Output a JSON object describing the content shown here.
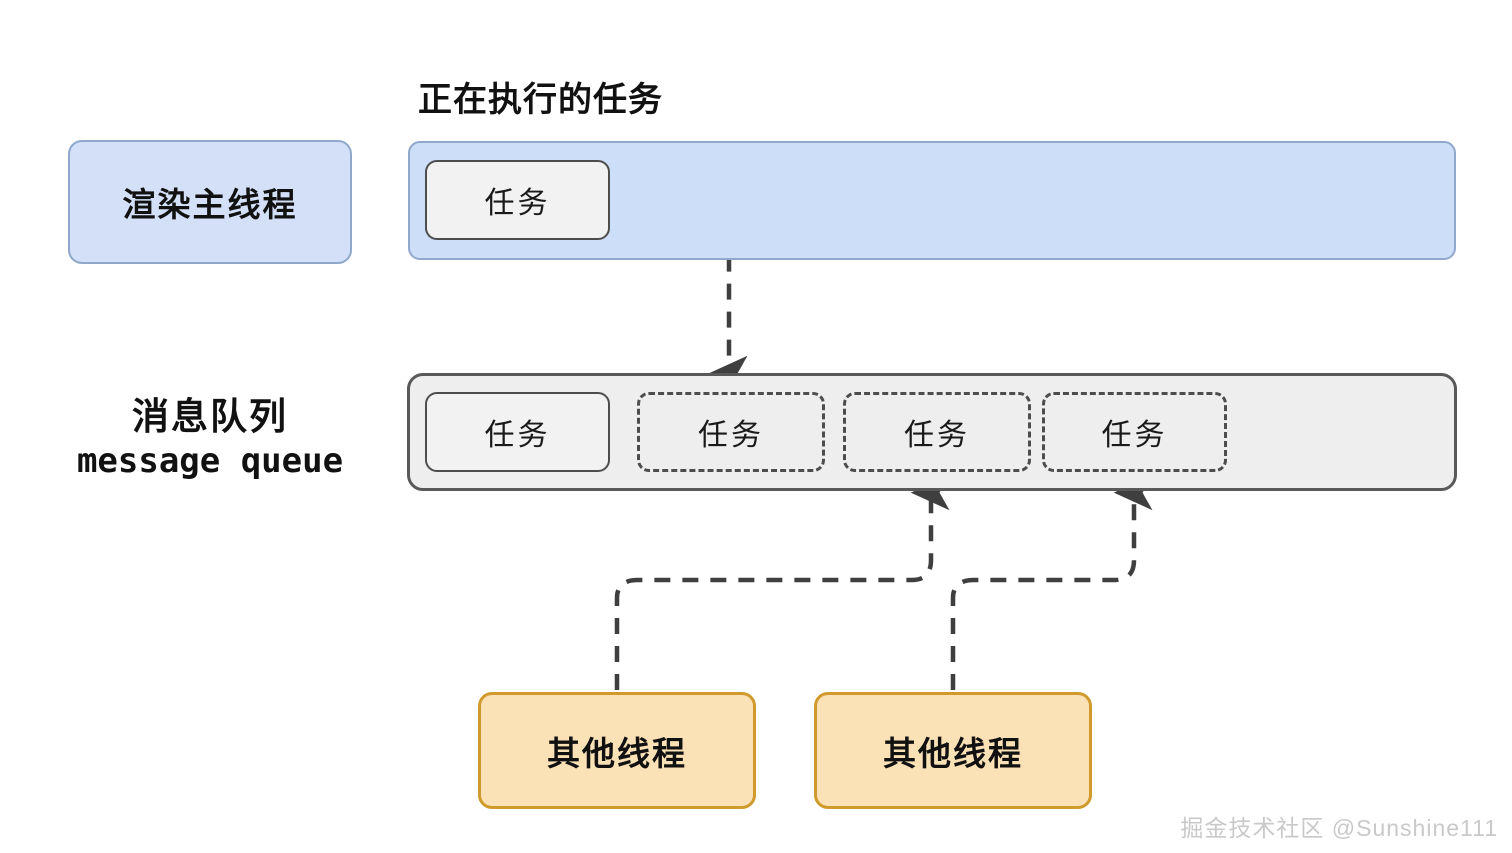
{
  "diagram": {
    "title_running_task": "正在执行的任务",
    "main_thread_label": "渲染主线程",
    "queue_label_cn": "消息队列",
    "queue_label_en": "message queue",
    "task_label": "任务",
    "other_thread_label": "其他线程",
    "watermark": "掘金技术社区 @Sunshine111",
    "main_lane": {
      "tasks": [
        {
          "label": "任务",
          "style": "solid"
        }
      ]
    },
    "queue_lane": {
      "tasks": [
        {
          "label": "任务",
          "style": "solid"
        },
        {
          "label": "任务",
          "style": "dashed"
        },
        {
          "label": "任务",
          "style": "dashed"
        },
        {
          "label": "任务",
          "style": "dashed"
        }
      ]
    },
    "other_threads": [
      {
        "label": "其他线程"
      },
      {
        "label": "其他线程"
      }
    ],
    "colors": {
      "main_thread_fill": "#ccdef8",
      "main_thread_border": "#8fa8cc",
      "queue_fill": "#eeeeee",
      "queue_border": "#595959",
      "task_fill": "#f2f2f2",
      "task_border": "#4d4d4d",
      "other_thread_fill": "#fae1b6",
      "other_thread_border": "#d09a2c",
      "arrow": "#3f3f3f",
      "watermark": "#c9c9c9"
    },
    "arrows": [
      {
        "name": "main-thread-task-to-queue",
        "from": "current task in render main thread",
        "to": "second slot of message queue",
        "style": "dashed"
      },
      {
        "name": "other-thread-1-to-queue",
        "from": "other thread 1",
        "to": "third slot of message queue",
        "style": "dashed"
      },
      {
        "name": "other-thread-2-to-queue",
        "from": "other thread 2",
        "to": "fourth slot of message queue",
        "style": "dashed"
      }
    ]
  }
}
